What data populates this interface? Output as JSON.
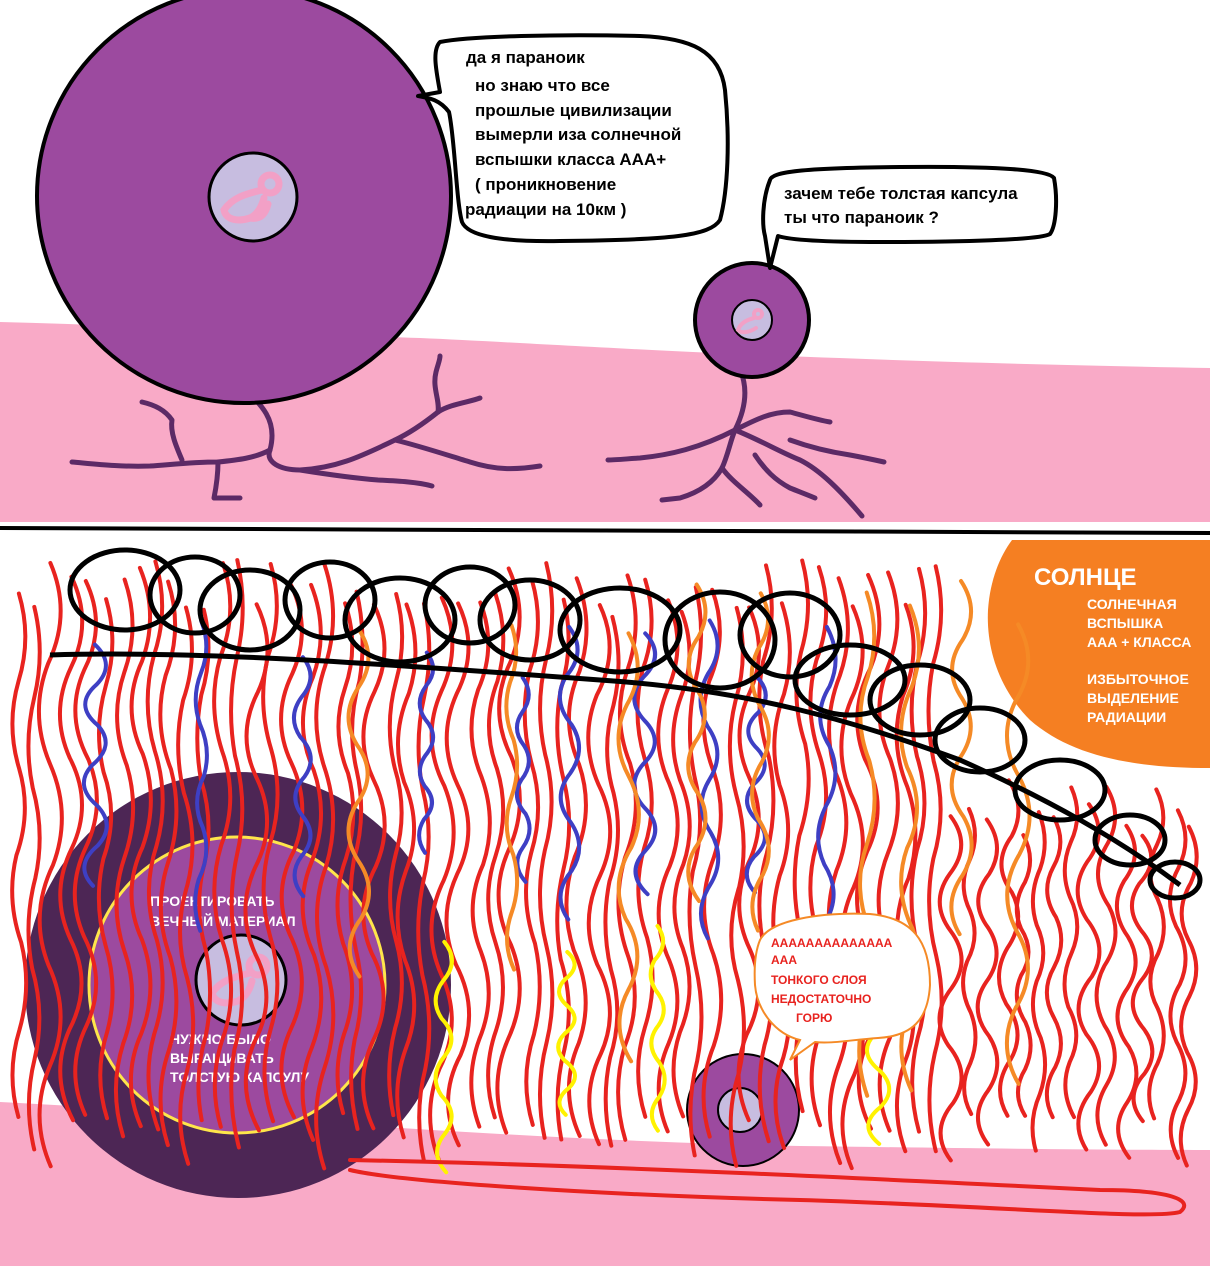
{
  "panel_top": {
    "big_cell_speech": [
      "да я параноик",
      "но знаю что все",
      "прошлые цивилизации",
      "вымерли иза солнечной",
      "вспышки класса ААА+",
      "( проникновение",
      "радиации на 10км )"
    ],
    "small_cell_speech": [
      "зачем тебе толстая капсула",
      "ты что параноик ?"
    ]
  },
  "panel_bottom": {
    "sun_title": "СОЛНЦЕ",
    "sun_flare": [
      "СОЛНЕЧНАЯ",
      "ВСПЫШКА",
      "ААА + КЛАССА"
    ],
    "sun_radiation": [
      "ИЗБЫТОЧНОЕ",
      "ВЫДЕЛЕНИЕ",
      "РАДИАЦИИ"
    ],
    "capsule_top_text": [
      "ПРОЕКТИРОВАТЬ",
      "ВЕЧНЫЙ МАТЕРИАЛ"
    ],
    "capsule_bottom_text": [
      "НУЖНО БЫЛО",
      "ВЫРАЩИВАТЬ",
      "ТОЛСТУЮ КАПСУЛУ"
    ],
    "scream_text": [
      "АААААААААААААА",
      "ААА",
      "ТОНКОГО СЛОЯ",
      "НЕДОСТАТОЧНО",
      "ГОРЮ"
    ]
  },
  "colors": {
    "ground_pink": "#f9aac7",
    "cell_purple": "#9c4a9f",
    "nucleus_lavender": "#c7bde0",
    "embryo_pink": "#f2a0c6",
    "root_purple": "#5c2a66",
    "capsule_dark": "#4d2655",
    "capsule_ring_yellow": "#ffe64a",
    "sun_orange": "#f57f22",
    "radiation_red": "#e8231f",
    "radiation_blue": "#3e3fc4",
    "radiation_orange": "#f58a26",
    "radiation_yellow": "#fff200",
    "cloud_black": "#000000",
    "scream_red": "#e8231f"
  }
}
